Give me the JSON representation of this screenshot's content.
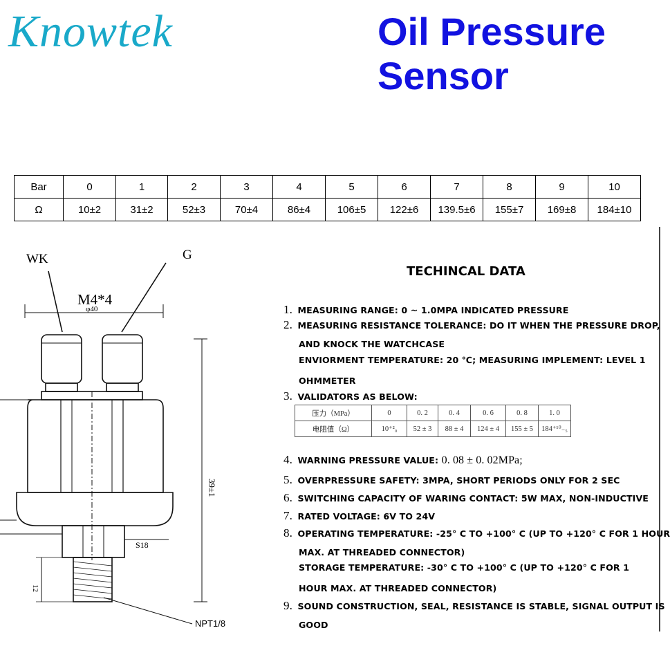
{
  "brand": {
    "logo_text": "Knowtek",
    "logo_color": "#19a9c9"
  },
  "headline": {
    "line1": "Oil Pressure",
    "line2": "Sensor",
    "color": "#1212e0"
  },
  "resistance_table": {
    "row_bar": [
      "Bar",
      "0",
      "1",
      "2",
      "3",
      "4",
      "5",
      "6",
      "7",
      "8",
      "9",
      "10"
    ],
    "row_ohm": [
      "Ω",
      "10±2",
      "31±2",
      "52±3",
      "70±4",
      "86±4",
      "106±5",
      "122±6",
      "139.5±6",
      "155±7",
      "169±8",
      "184±10"
    ]
  },
  "drawing": {
    "label_wk": "WK",
    "label_g": "G",
    "label_thread": "M4*4",
    "label_diameter": "φ40",
    "label_height": "39±1",
    "label_hex": "S18",
    "label_12": "12",
    "label_npt": "NPT1/8"
  },
  "tech": {
    "title": "TECHINCAL DATA",
    "items": [
      {
        "num": "1.",
        "text": "MEASURING RANGE: 0 ~ 1.0MPA INDICATED PRESSURE"
      },
      {
        "num": "2.",
        "text": "MEASURING RESISTANCE TOLERANCE: DO IT WHEN THE PRESSURE DROP,",
        "cont": [
          "AND KNOCK THE WATCHCASE",
          "ENVIORMENT TEMPERATURE: 20 ℃;  MEASURING IMPLEMENT:  LEVEL 1",
          "OHMMETER"
        ]
      },
      {
        "num": "3.",
        "text": "VALIDATORS AS BELOW:"
      },
      {
        "num": "4.",
        "text": "WARNING PRESSURE VALUE:",
        "serif": "0. 08 ± 0. 02MPa;"
      },
      {
        "num": "5.",
        "text": "OVERPRESSURE SAFETY: 3MPA, SHORT PERIODS ONLY FOR 2 SEC"
      },
      {
        "num": "6.",
        "text": "SWITCHING CAPACITY OF WARING CONTACT: 5W MAX, NON-INDUCTIVE"
      },
      {
        "num": "7.",
        "text": "RATED VOLTAGE: 6V TO 24V"
      },
      {
        "num": "8.",
        "text": "OPERATING TEMPERATURE: -25° C TO +100° C (UP TO +120° C FOR 1 HOUR",
        "cont": [
          "MAX. AT THREADED CONNECTOR)",
          "STORAGE TEMPERATURE: -30° C TO +100° C (UP TO +120° C FOR 1",
          "HOUR MAX. AT THREADED CONNECTOR)"
        ]
      },
      {
        "num": "9.",
        "text": "SOUND CONSTRUCTION, SEAL, RESISTANCE IS STABLE, SIGNAL OUTPUT IS",
        "cont": [
          "GOOD"
        ]
      }
    ],
    "validator_table": {
      "row_pressure": [
        "压力（MPa）",
        "0",
        "0. 2",
        "0. 4",
        "0. 6",
        "0. 8",
        "1. 0"
      ],
      "row_resistance": [
        "电阻值（Ω）",
        "10⁺²₀",
        "52 ± 3",
        "88 ± 4",
        "124 ± 4",
        "155 ± 5",
        "184⁺¹⁰₋₅"
      ]
    }
  }
}
